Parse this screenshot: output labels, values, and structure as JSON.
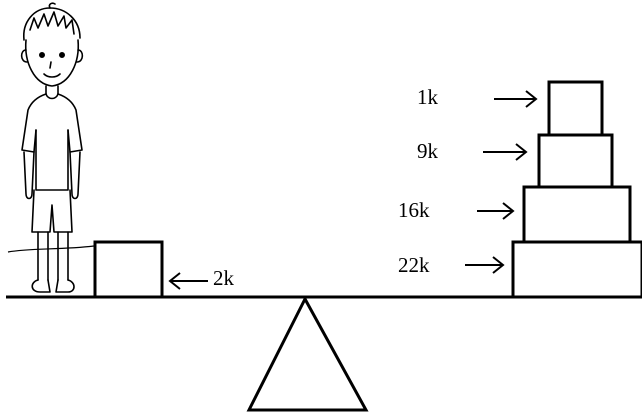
{
  "scene": {
    "stroke_color": "#000000",
    "background": "#ffffff"
  },
  "left_side": {
    "figure": "boy-drawing",
    "block_label": "2k"
  },
  "right_side": {
    "stack_labels": [
      "1k",
      "9k",
      "16k",
      "22k"
    ]
  },
  "fulcrum": "triangle"
}
